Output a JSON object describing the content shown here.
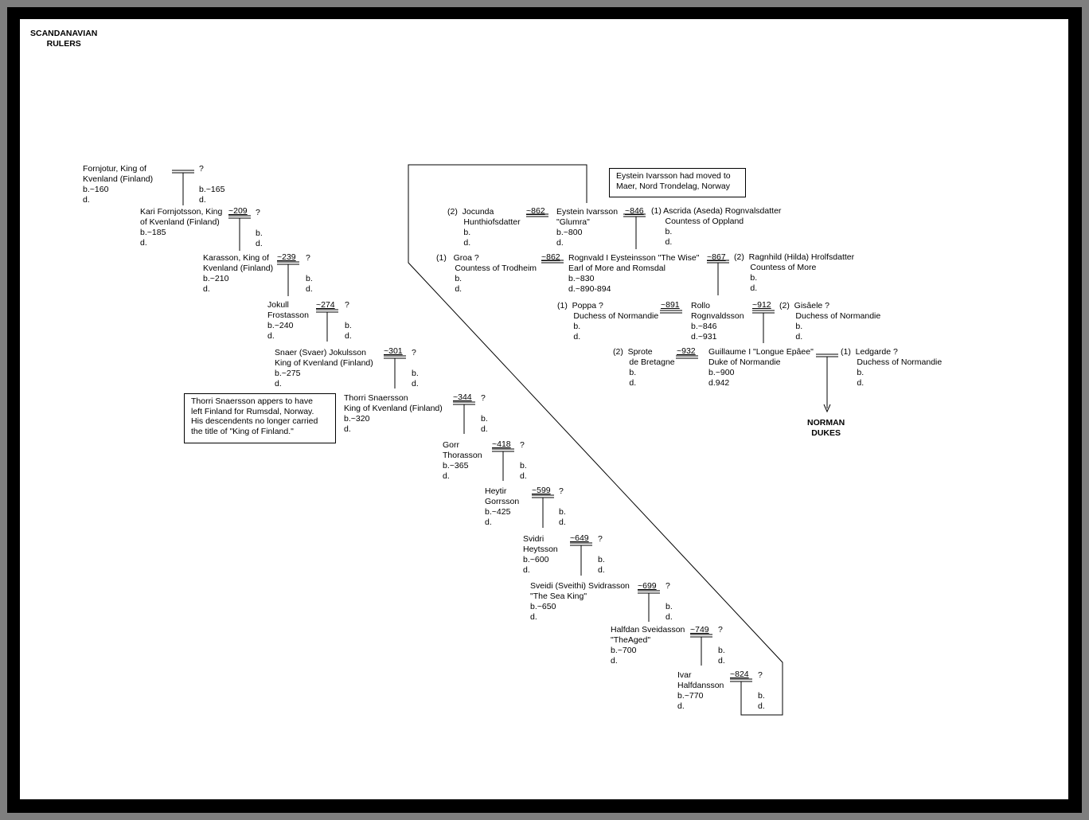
{
  "title": "SCANDANAVIAN\nRULERS",
  "footer": "NORMAN\nDUKES",
  "notes": {
    "finland": "Thorri Snaersson appers to have\nleft Finland for Rumsdal, Norway.\nHis descendents no longer carried\nthe title of \"King of Finland.\"",
    "eystein": "Eystein Ivarsson had moved to\nMaer, Nord Trondelag, Norway"
  },
  "people": [
    {
      "key": "fornjotur",
      "text": "Fornjotur, King of\nKvenland (Finland)\nb.~160\nd."
    },
    {
      "key": "fornjotur-spouse",
      "text": "?\n\nb.~165\nd."
    },
    {
      "key": "kari",
      "text": "Kari Fornjotsson, King\nof Kvenland (Finland)\nb.~185\nd."
    },
    {
      "key": "kari-spouse",
      "text": "?\n\nb.\nd."
    },
    {
      "key": "karasson",
      "text": "Karasson, King of\nKvenland (Finland)\nb.~210\nd."
    },
    {
      "key": "karasson-spouse",
      "text": "?\n\nb.\nd."
    },
    {
      "key": "jokull",
      "text": "Jokull\nFrostasson\nb.~240\nd."
    },
    {
      "key": "jokull-spouse",
      "text": "?\n\nb.\nd."
    },
    {
      "key": "snaer",
      "text": "Snaer (Svaer) Jokulsson\nKing of Kvenland (Finland)\nb.~275\nd."
    },
    {
      "key": "snaer-spouse",
      "text": "?\n\nb.\nd."
    },
    {
      "key": "thorri",
      "text": "Thorri Snaersson\nKing of Kvenland (Finland)\nb.~320\nd."
    },
    {
      "key": "thorri-spouse",
      "text": "?\n\nb.\nd."
    },
    {
      "key": "gorr",
      "text": "Gorr\nThorasson\nb.~365\nd."
    },
    {
      "key": "gorr-spouse",
      "text": "?\n\nb.\nd."
    },
    {
      "key": "heytir",
      "text": "Heytir\nGorrsson\nb.~425\nd."
    },
    {
      "key": "heytir-spouse",
      "text": "?\n\nb.\nd."
    },
    {
      "key": "svidri",
      "text": "Svidri\nHeytsson\nb.~600\nd."
    },
    {
      "key": "svidri-spouse",
      "text": "?\n\nb.\nd."
    },
    {
      "key": "sveidi",
      "text": "Sveidi (Sveithi) Svidrasson\n\"The Sea King\"\nb.~650\nd."
    },
    {
      "key": "sveidi-spouse",
      "text": "?\n\nb.\nd."
    },
    {
      "key": "halfdan",
      "text": "Halfdan Sveidasson\n\"TheAged\"\nb.~700\nd."
    },
    {
      "key": "halfdan-spouse",
      "text": "?\n\nb.\nd."
    },
    {
      "key": "ivar",
      "text": "Ivar\nHalfdansson\nb.~770\nd."
    },
    {
      "key": "ivar-spouse",
      "text": "?\n\nb.\nd."
    },
    {
      "key": "jocunda",
      "text": "(2)  Jocunda\n       Hunthiofsdatter\n       b.\n       d."
    },
    {
      "key": "eystein",
      "text": "Eystein Ivarsson\n\"Glumra\"\nb.~800\nd."
    },
    {
      "key": "ascrida",
      "text": "(1) Ascrida (Aseda) Rognvalsdatter\n      Countess of Oppland\n      b.\n      d."
    },
    {
      "key": "groa",
      "text": "(1)   Groa ?\n        Countess of Trodheim\n        b.\n        d."
    },
    {
      "key": "rognvald",
      "text": "Rognvald I Eysteinsson \"The Wise\"\nEarl of More and Romsdal\nb.~830\nd.~890-894"
    },
    {
      "key": "ragnhild",
      "text": "(2)  Ragnhild (Hilda) Hrolfsdatter\n       Countess of More\n       b.\n       d."
    },
    {
      "key": "poppa",
      "text": "(1)  Poppa ?\n       Duchess of Normandie\n       b.\n       d."
    },
    {
      "key": "rollo",
      "text": "Rollo\nRognvaldsson\nb.~846\nd.~931"
    },
    {
      "key": "gisaele",
      "text": "(2)  Gisâele ?\n       Duchess of Normandie\n       b.\n       d."
    },
    {
      "key": "sprote",
      "text": "(2)  Sprote\n       de Bretagne\n       b.\n       d."
    },
    {
      "key": "guillaume",
      "text": "Guillaume I \"Longue Epâee\"\nDuke of Normandie\nb.~900\nd.942"
    },
    {
      "key": "ledgarde",
      "text": "(1)  Ledgarde ?\n       Duchess of Normandie\n       b.\n       d."
    }
  ],
  "marriages": [
    {
      "key": "kari",
      "date": "~209"
    },
    {
      "key": "karasson",
      "date": "~239"
    },
    {
      "key": "jokull",
      "date": "~274"
    },
    {
      "key": "snaer",
      "date": "~301"
    },
    {
      "key": "thorri",
      "date": "~344"
    },
    {
      "key": "gorr",
      "date": "~418"
    },
    {
      "key": "heytir",
      "date": "~599"
    },
    {
      "key": "svidri",
      "date": "~649"
    },
    {
      "key": "sveidi",
      "date": "~699"
    },
    {
      "key": "halfdan",
      "date": "~749"
    },
    {
      "key": "ivar",
      "date": "~824"
    },
    {
      "key": "eystein-jocunda",
      "date": "~862"
    },
    {
      "key": "eystein-ascrida",
      "date": "~846"
    },
    {
      "key": "rognvald-groa",
      "date": "~862"
    },
    {
      "key": "rognvald-ragnhild",
      "date": "~867"
    },
    {
      "key": "rollo-poppa",
      "date": "~891"
    },
    {
      "key": "rollo-gisaele",
      "date": "~912"
    },
    {
      "key": "guillaume-sprote",
      "date": "~932"
    }
  ]
}
